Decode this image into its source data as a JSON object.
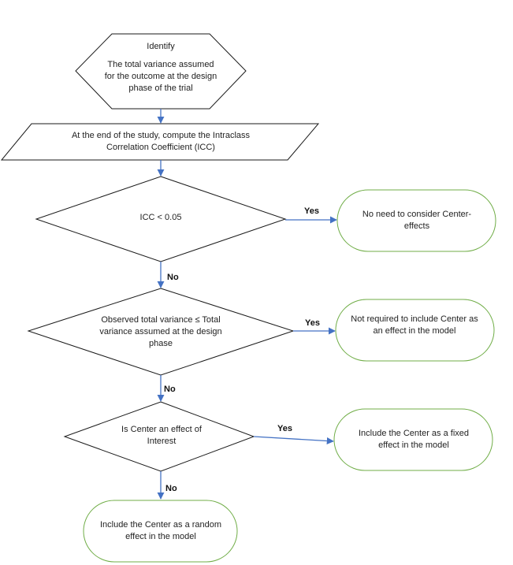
{
  "flowchart": {
    "identify": {
      "title": "Identify",
      "body": "The total variance assumed for the outcome at the design phase of the trial"
    },
    "compute": {
      "text": "At the end of the study, compute the Intraclass Correlation Coefficient (ICC)"
    },
    "decision_icc": {
      "text": "ICC < 0.05"
    },
    "outcome_no_center": {
      "text": "No need to consider Center-effects"
    },
    "decision_variance": {
      "text": "Observed total variance ≤ Total variance assumed at the design phase"
    },
    "outcome_not_required": {
      "text": "Not required to include Center as an effect in the model"
    },
    "decision_interest": {
      "text": "Is Center an effect of Interest"
    },
    "outcome_fixed": {
      "text": "Include the Center as a fixed effect in the model"
    },
    "outcome_random": {
      "text": "Include the Center as a random effect in the model"
    },
    "edges": {
      "yes_1": "Yes",
      "no_1": "No",
      "yes_2": "Yes",
      "no_2": "No",
      "yes_3": "Yes",
      "no_3": "No"
    },
    "colors": {
      "shape_stroke": "#1a1a1a",
      "terminal_stroke": "#70ad47",
      "arrow": "#4472c4"
    }
  }
}
